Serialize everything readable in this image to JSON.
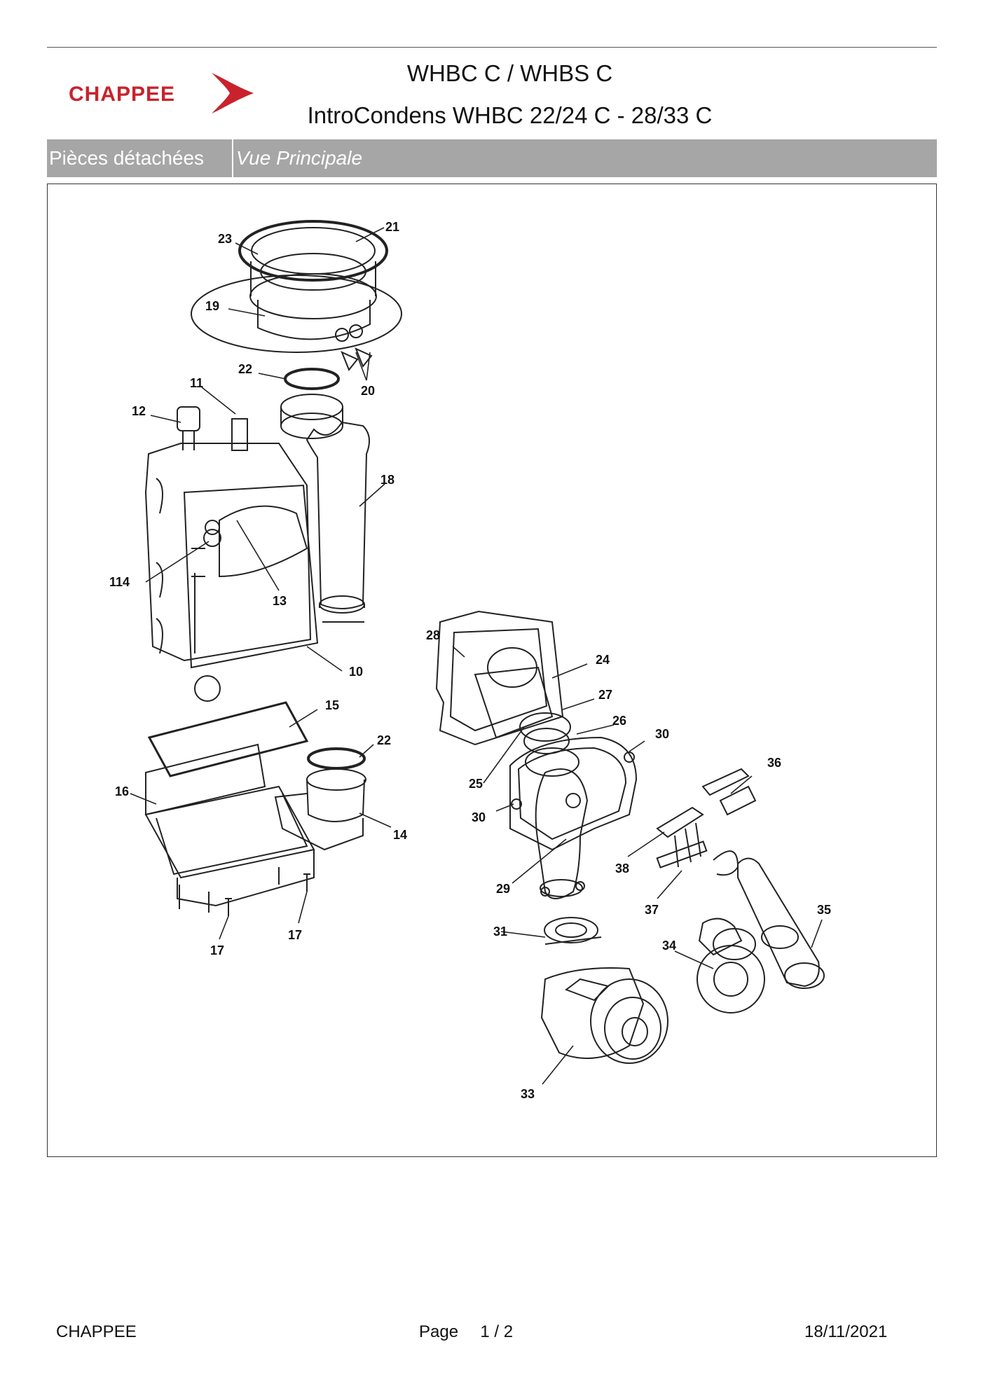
{
  "header": {
    "brand": "CHAPPEE",
    "title_line1": "WHBC C / WHBS C",
    "title_line2": "IntroCondens WHBC 22/24 C - 28/33 C"
  },
  "section_bar": {
    "left_label": "Pièces détachées",
    "right_label": "Vue Principale"
  },
  "diagram": {
    "callouts": [
      "21",
      "23",
      "19",
      "20",
      "22",
      "11",
      "12",
      "18",
      "114",
      "13",
      "10",
      "15",
      "22",
      "16",
      "14",
      "17",
      "17",
      "28",
      "24",
      "27",
      "26",
      "30",
      "25",
      "30",
      "36",
      "29",
      "38",
      "37",
      "35",
      "31",
      "34",
      "33"
    ]
  },
  "footer": {
    "left": "CHAPPEE",
    "page_label": "Page",
    "page_numbers": "1 / 2",
    "date": "18/11/2021"
  },
  "colors": {
    "brand_red": "#c8232c",
    "bar_gray": "#a6a6a6"
  }
}
